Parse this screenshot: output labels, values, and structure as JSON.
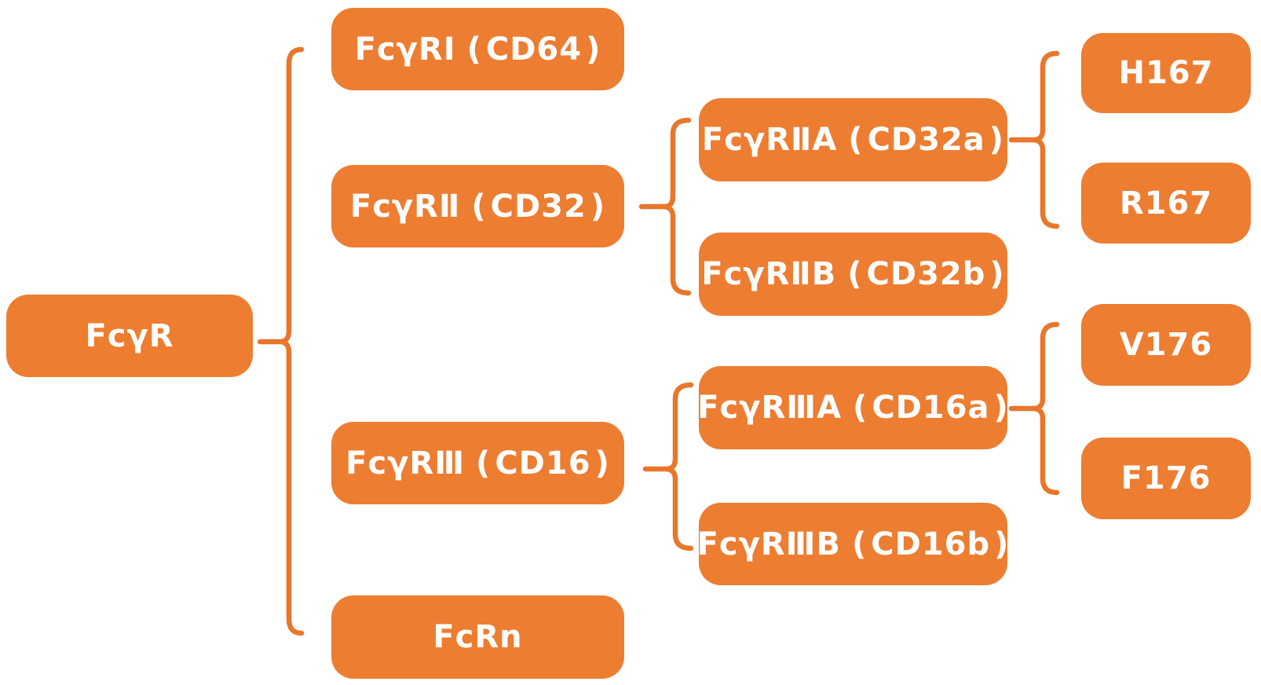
{
  "diagram": {
    "title": "FcγR family tree",
    "type": "tree",
    "background": "#FFFFFF",
    "node_fill": "#ED7D31",
    "node_text_color": "#FFFFFF",
    "connector_color": "#E8762B",
    "punct": {
      "open": "(",
      "close": ")"
    },
    "nodes": {
      "root": {
        "name": "FcγR",
        "alias": null
      },
      "fcgr1": {
        "name": "FcγRⅠ",
        "alias": "CD64"
      },
      "fcgr2": {
        "name": "FcγRⅡ",
        "alias": "CD32"
      },
      "fcgr2a": {
        "name": "FcγRⅡA",
        "alias": "CD32a"
      },
      "fcgr2b": {
        "name": "FcγRⅡB",
        "alias": "CD32b"
      },
      "h167": {
        "name": "H167",
        "alias": null
      },
      "r167": {
        "name": "R167",
        "alias": null
      },
      "fcgr3": {
        "name": "FcγRⅢ",
        "alias": "CD16"
      },
      "fcgr3a": {
        "name": "FcγRⅢA",
        "alias": "CD16a"
      },
      "fcgr3b": {
        "name": "FcγRⅢB",
        "alias": "CD16b"
      },
      "v176": {
        "name": "V176",
        "alias": null
      },
      "f176": {
        "name": "F176",
        "alias": null
      },
      "fcrn": {
        "name": "FcRn",
        "alias": null
      }
    },
    "edges": [
      {
        "from": "root",
        "to": [
          "fcgr1",
          "fcgr2",
          "fcgr3",
          "fcrn"
        ]
      },
      {
        "from": "fcgr2",
        "to": [
          "fcgr2a",
          "fcgr2b"
        ]
      },
      {
        "from": "fcgr2a",
        "to": [
          "h167",
          "r167"
        ]
      },
      {
        "from": "fcgr3",
        "to": [
          "fcgr3a",
          "fcgr3b"
        ]
      },
      {
        "from": "fcgr3a",
        "to": [
          "v176",
          "f176"
        ]
      }
    ]
  }
}
